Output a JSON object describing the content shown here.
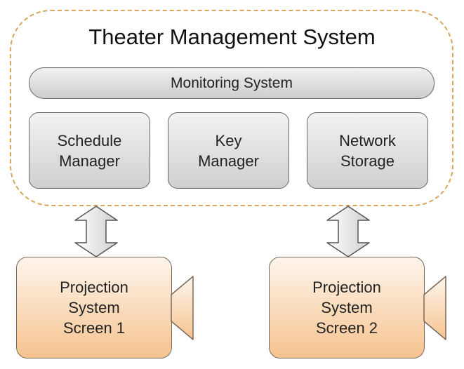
{
  "diagram": {
    "title": "Theater Management System",
    "monitoring": "Monitoring System",
    "modules": [
      {
        "label": "Schedule\nManager"
      },
      {
        "label": "Key\nManager"
      },
      {
        "label": "Network\nStorage"
      }
    ],
    "projectors": [
      {
        "label": "Projection\nSystem\nScreen 1"
      },
      {
        "label": "Projection\nSystem\nScreen 2"
      }
    ],
    "colors": {
      "container_border": "#d9a55c",
      "projector_fill": "#f6c38f",
      "module_fill": "#d9d9d9"
    }
  }
}
